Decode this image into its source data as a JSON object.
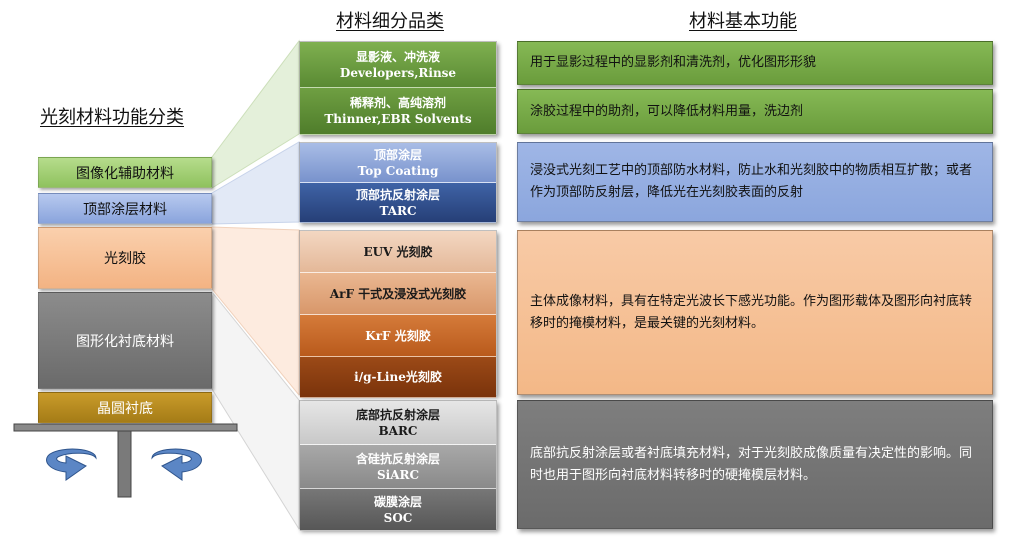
{
  "titles": {
    "left": "光刻材料功能分类",
    "middle": "材料细分品类",
    "right": "材料基本功能"
  },
  "stack": {
    "layers": [
      {
        "label": "图像化辅助材料",
        "color": "#a5cf78"
      },
      {
        "label": "顶部涂层材料",
        "color": "#9fb7e6"
      },
      {
        "label": "光刻胶",
        "color": "#f6c197"
      },
      {
        "label": "图形化衬底材料",
        "color": "#7b7b7b"
      },
      {
        "label": "晶圆衬底",
        "color": "#b88c20"
      }
    ],
    "rotation_icons": [
      "rotate-left-arrow-icon",
      "rotate-right-arrow-icon"
    ]
  },
  "groups": [
    {
      "id": "assist",
      "color": "#5e8f35",
      "items": [
        {
          "zh": "显影液、冲洗液",
          "en": "Developers,Rinse"
        },
        {
          "zh": "稀释剂、高纯溶剂",
          "en": "Thinner,EBR Solvents"
        }
      ],
      "descriptions": [
        "用于显影过程中的显影剂和清洗剂，优化图形形貌",
        "涂胶过程中的助剂，可以降低材料用量，洗边剂"
      ]
    },
    {
      "id": "topcoat",
      "color": "#2d4b85",
      "items": [
        {
          "zh": "顶部涂层",
          "en": "Top Coating"
        },
        {
          "zh": "顶部抗反射涂层",
          "en": "TARC"
        }
      ],
      "descriptions": [
        "浸没式光刻工艺中的顶部防水材料，防止水和光刻胶中的物质相互扩散；或者作为顶部防反射层，降低光在光刻胶表面的反射"
      ]
    },
    {
      "id": "resist",
      "color": "#8a3e12",
      "items": [
        {
          "zh": "EUV 光刻胶",
          "en": ""
        },
        {
          "zh": "ArF 干式及浸没式光刻胶",
          "en": ""
        },
        {
          "zh": "KrF 光刻胶",
          "en": ""
        },
        {
          "zh": "i/g-Line光刻胶",
          "en": ""
        }
      ],
      "descriptions": [
        "主体成像材料，具有在特定光波长下感光功能。作为图形载体及图形向衬底转移时的掩模材料，是最关键的光刻材料。"
      ]
    },
    {
      "id": "substrate",
      "color": "#6e6e6e",
      "items": [
        {
          "zh": "底部抗反射涂层",
          "en": "BARC"
        },
        {
          "zh": "含硅抗反射涂层",
          "en": "SiARC"
        },
        {
          "zh": "碳膜涂层",
          "en": "SOC"
        }
      ],
      "descriptions": [
        "底部抗反射涂层或者衬底填充材料，对于光刻胶成像质量有决定性的影响。同时也用于图形向衬底材料转移时的硬掩模层材料。"
      ]
    }
  ]
}
